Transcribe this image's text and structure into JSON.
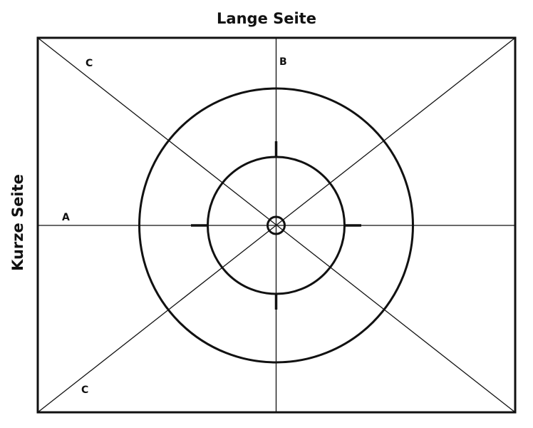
{
  "title": "Lange Seite",
  "side_label": "Kurze Seite",
  "labels": {
    "a": "A",
    "b": "B",
    "c_top": "C",
    "c_bottom": "C"
  },
  "colors": {
    "stroke": "#111111"
  }
}
